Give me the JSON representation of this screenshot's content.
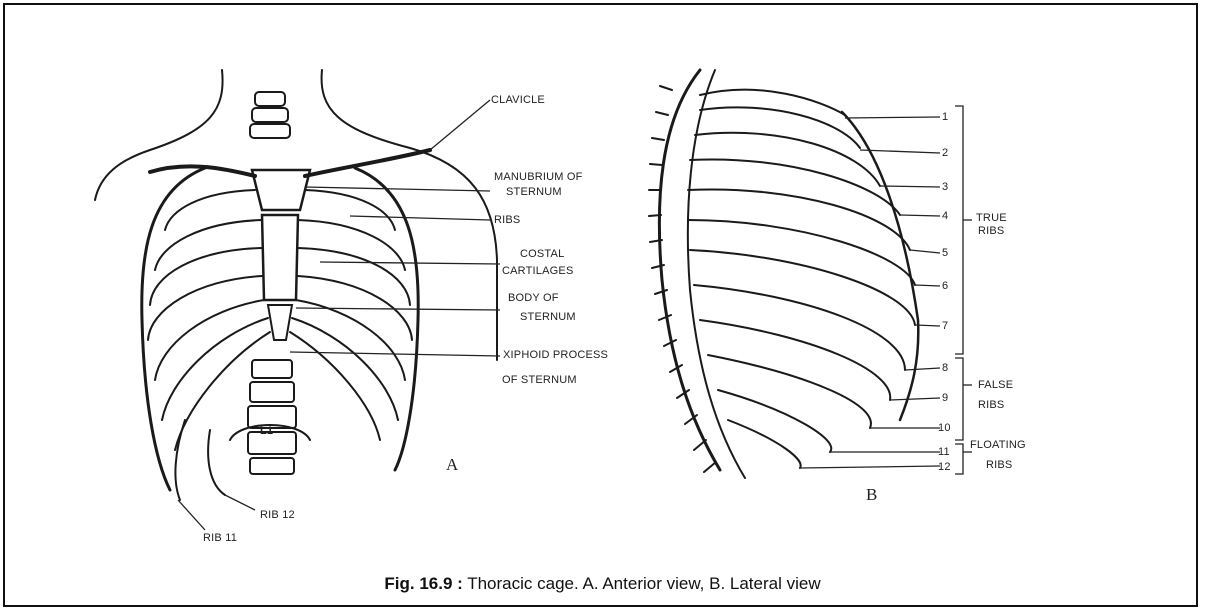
{
  "panel_a": {
    "letter": "A",
    "labels": {
      "clavicle": "CLAVICLE",
      "manubrium_1": "MANUBRIUM OF",
      "manubrium_2": "STERNUM",
      "ribs": "RIBS",
      "costal_1": "COSTAL",
      "costal_2": "CARTILAGES",
      "body_1": "BODY OF",
      "body_2": "STERNUM",
      "xiphoid_1": "XIPHOID PROCESS",
      "xiphoid_2": "OF STERNUM",
      "rib12": "RIB 12",
      "rib11": "RIB 11",
      "vertebra": "L1"
    }
  },
  "panel_b": {
    "letter": "B",
    "rib_numbers": [
      "1",
      "2",
      "3",
      "4",
      "5",
      "6",
      "7",
      "8",
      "9",
      "10",
      "11",
      "12"
    ],
    "groups": {
      "true_1": "TRUE",
      "true_2": "RIBS",
      "false_1": "FALSE",
      "false_2": "RIBS",
      "floating_1": "FLOATING",
      "floating_2": "RIBS"
    }
  },
  "caption": {
    "prefix": "Fig. 16.9 :",
    "text": "Thoracic cage. A. Anterior view, B. Lateral view"
  }
}
